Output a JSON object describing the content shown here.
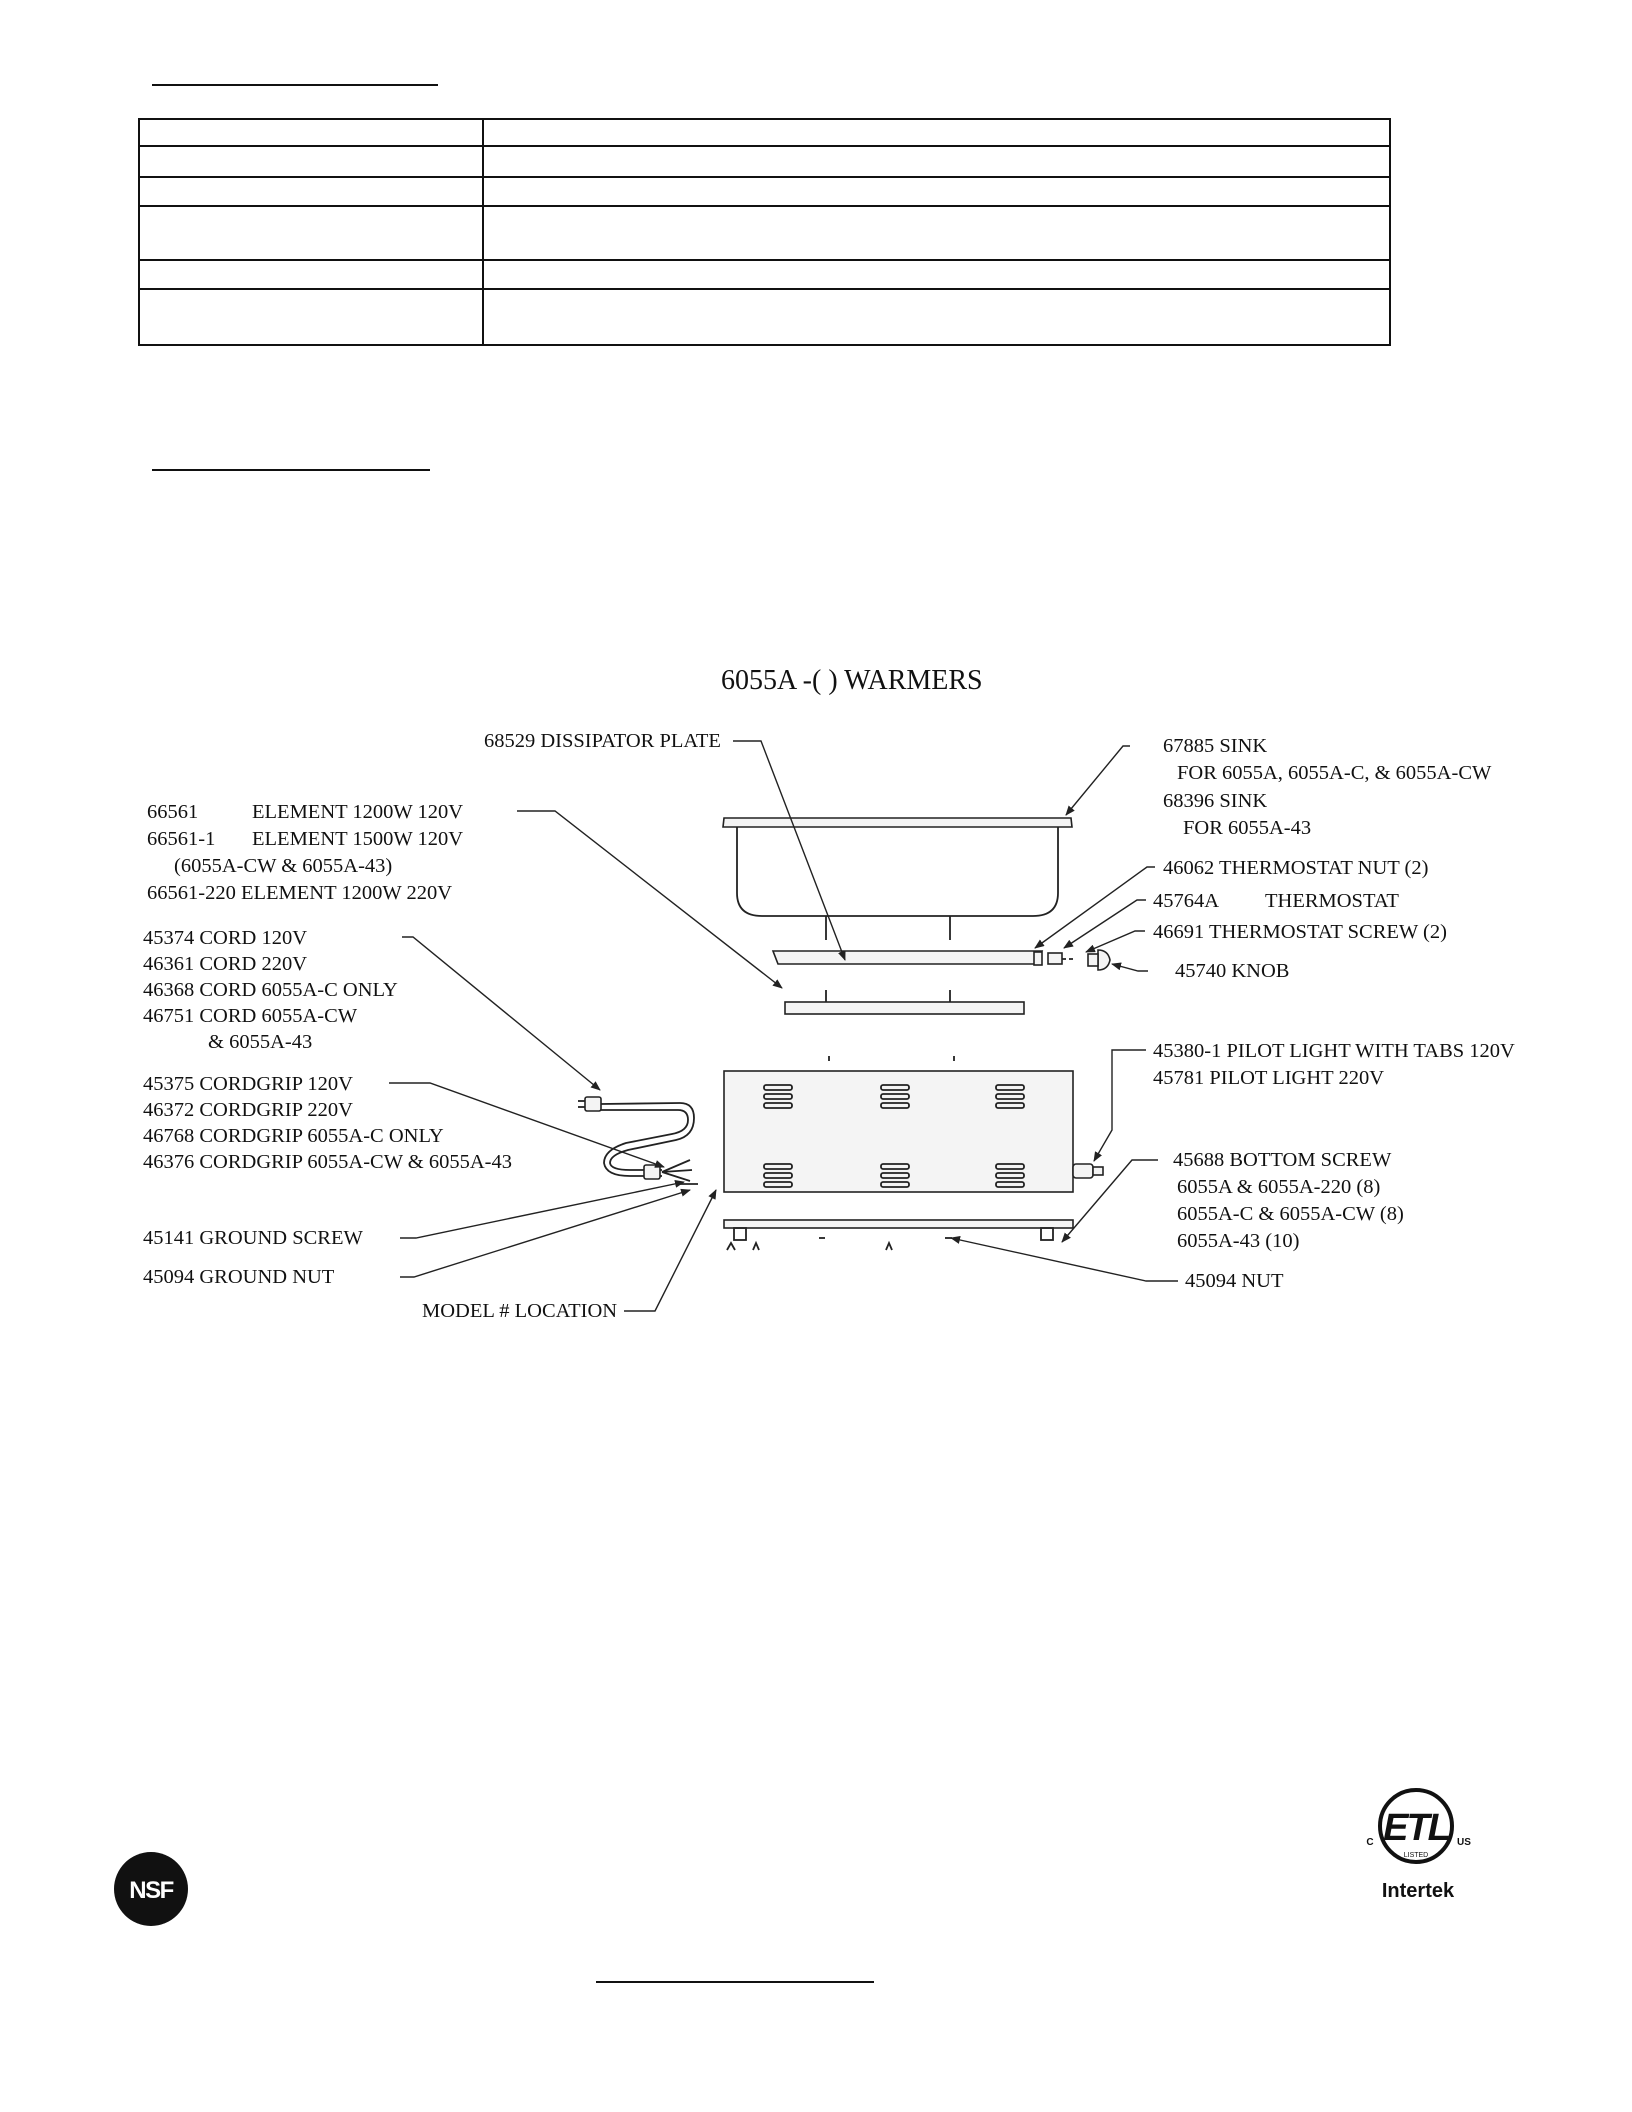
{
  "diagram": {
    "title": "6055A -( ) WARMERS",
    "labels": {
      "dissipator": "68529 DISSIPATOR PLATE",
      "sink_1": "67885 SINK",
      "sink_2": "FOR 6055A,  6055A-C, & 6055A-CW",
      "sink_3": "68396 SINK",
      "sink_4": "FOR 6055A-43",
      "element_1a": "66561",
      "element_1b": "ELEMENT 1200W 120V",
      "element_2a": "66561-1",
      "element_2b": "ELEMENT 1500W 120V",
      "element_3": "(6055A-CW & 6055A-43)",
      "element_4": "66561-220 ELEMENT 1200W 220V",
      "thermostat_nut": "46062 THERMOSTAT NUT (2)",
      "thermostat_a": "45764A",
      "thermostat_b": "THERMOSTAT",
      "thermostat_screw": "46691 THERMOSTAT SCREW (2)",
      "knob": "45740 KNOB",
      "cord_1": "45374 CORD 120V",
      "cord_2": "46361 CORD 220V",
      "cord_3": "46368 CORD 6055A-C ONLY",
      "cord_4": "46751 CORD 6055A-CW",
      "cord_5": "& 6055A-43",
      "pilot_1": "45380-1 PILOT LIGHT WITH TABS 120V",
      "pilot_2": "45781 PILOT LIGHT 220V",
      "cordgrip_1": "45375 CORDGRIP 120V",
      "cordgrip_2": "46372 CORDGRIP 220V",
      "cordgrip_3": "46768 CORDGRIP 6055A-C ONLY",
      "cordgrip_4": "46376 CORDGRIP 6055A-CW & 6055A-43",
      "bottom_screw_1": "45688 BOTTOM SCREW",
      "bottom_screw_2": "6055A & 6055A-220     (8)",
      "bottom_screw_3": "6055A-C & 6055A-CW (8)",
      "bottom_screw_4": "6055A-43  (10)",
      "ground_screw": "45141 GROUND SCREW",
      "ground_nut": "45094 GROUND NUT",
      "nut": "45094 NUT",
      "model_location": "MODEL # LOCATION"
    }
  },
  "logos": {
    "nsf": "NSF",
    "etl": "ETL",
    "etl_listed": "LISTED",
    "etl_c": "C",
    "etl_us": "US",
    "intertek": "Intertek"
  }
}
